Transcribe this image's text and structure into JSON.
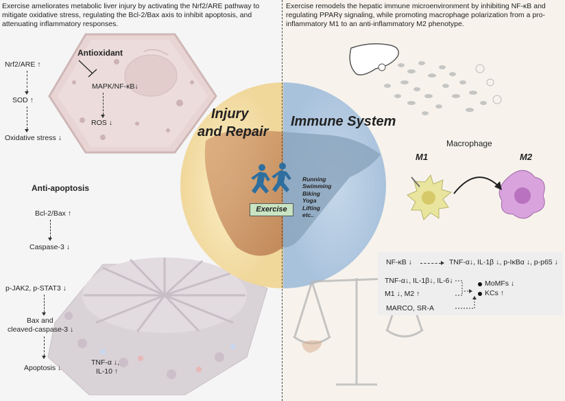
{
  "left_intro": "Exercise ameliorates metabolic liver injury by activating the Nrf2/ARE pathway to mitigate oxidative stress, regulating the Bcl-2/Bax axis to inhibit apoptosis, and attenuating inflammatory responses.",
  "right_intro": "Exercise remodels the hepatic immune microenvironment by inhibiting NF-κB and regulating PPARγ signaling, while promoting macrophage polarization from a pro-inflammatory M1 to an anti-inflammatory M2 phenotype.",
  "antioxidant": {
    "title": "Antioxidant",
    "nrf2": "Nrf2/ARE ↑",
    "sod": "SOD ↑",
    "oxidative_stress": "Oxidative stress ↓",
    "mapk": "MAPK/NF-κB↓",
    "ros": "ROS ↓"
  },
  "anti_apoptosis": {
    "title": "Anti-apoptosis",
    "bcl2": "Bcl-2/Bax ↑",
    "caspase3": "Caspase-3 ↓",
    "jak_stat": "p-JAK2,  p-STAT3 ↓",
    "bax_line1": "Bax and",
    "bax_line2": "cleaved-caspase-3 ↓",
    "apoptosis": "Apoptosis ↓",
    "tnf": "TNF-α ↓,",
    "il10": "IL-10 ↑"
  },
  "center": {
    "injury_line1": "Injury",
    "injury_line2": "and Repair",
    "immune": "Immune System",
    "activities": [
      "Running",
      "Swimming",
      "Biking",
      "Yoga",
      "Lifting",
      "etc.."
    ],
    "exercise": "Exercise"
  },
  "macrophage": {
    "title": "Macrophage",
    "m1": "M1",
    "m2": "M2"
  },
  "immune_box": {
    "nfkb": "NF-κB ↓",
    "nfkb_targets": "TNF-α↓, IL-1β ↓, p-IκBα ↓, p-p65 ↓",
    "cytokines": "TNF-α↓, IL-1β↓, IL-6↓",
    "m1m2": "M1 ↓, M2 ↑",
    "momfs": "MoMFs ↓",
    "kcs": "KCs ↑",
    "marco": "MARCO, SR-A"
  },
  "colors": {
    "left_circle": "#f3dfa8",
    "right_circle": "#b9cfe4",
    "liver": "#c98a5a",
    "exercise_box": "#c9e4c2",
    "figure_blue": "#2f6f9f",
    "m1_cell": "#e7e39a",
    "m2_cell": "#cf9ad3"
  }
}
